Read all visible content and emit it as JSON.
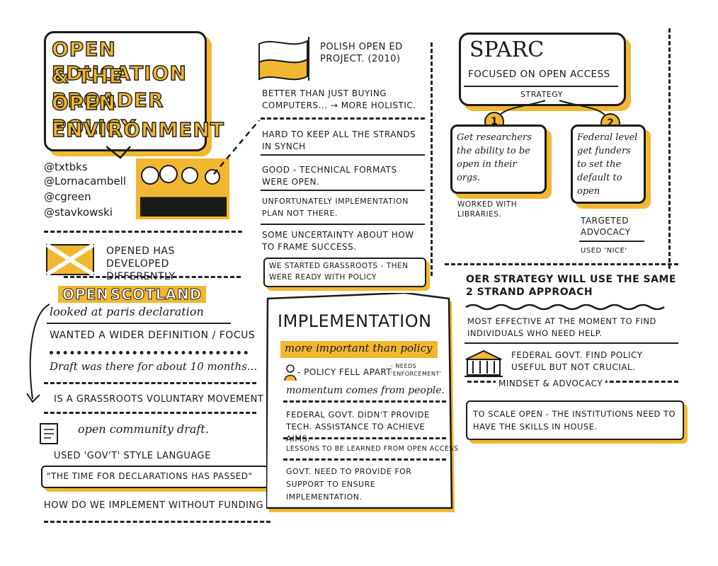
{
  "title_box": {
    "line1": "OPEN EDUCATION",
    "line2": "& THE BROADER",
    "line3": "OPEN POLICY",
    "line4": "ENVIRONMENT"
  },
  "speakers": [
    "@txtbks",
    "@Lornacambell",
    "@cgreen",
    "@stavkowski"
  ],
  "scotland": {
    "intro": "OPENED HAS DEVELOPED DIFFERENTLY",
    "heading_open": "OPEN",
    "heading_scotland": "SCOTLAND",
    "items": [
      "looked at paris declaration",
      "WANTED A WIDER DEFINITION / FOCUS",
      "Draft was there for about 10 months...",
      "IS A GRASSROOTS VOLUNTARY MOVEMENT",
      "open community draft.",
      "USED 'GOV'T' STYLE LANGUAGE",
      "\"THE TIME FOR DECLARATIONS HAS PASSED\"",
      "HOW DO WE IMPLEMENT WITHOUT FUNDING"
    ]
  },
  "poland": {
    "heading": "POLISH OPEN ED PROJECT. (2010)",
    "items": [
      "BETTER THAN JUST BUYING COMPUTERS... → MORE HOLISTIC.",
      "HARD TO KEEP ALL THE STRANDS IN SYNCH",
      "GOOD - TECHNICAL FORMATS WERE OPEN.",
      "UNFORTUNATELY IMPLEMENTATION PLAN NOT THERE.",
      "SOME UNCERTAINTY ABOUT HOW TO FRAME SUCCESS.",
      "WE STARTED GRASSROOTS - THEN WERE READY WITH POLICY"
    ]
  },
  "implementation": {
    "heading": "IMPLEMENTATION",
    "subheading": "more important than policy",
    "policy_fell": "- POLICY FELL APART",
    "needs": "- NEEDS 'ENFORCEMENT'",
    "items": [
      "momentum comes from people.",
      "FEDERAL GOVT. DIDN'T PROVIDE TECH. ASSISTANCE TO ACHIEVE AIMS.",
      "LESSONS TO BE LEARNED FROM OPEN ACCESS",
      "GOVT. NEED TO PROVIDE FOR SUPPORT TO ENSURE IMPLEMENTATION."
    ]
  },
  "sparc": {
    "name": "SPARC",
    "focus": "FOCUSED ON OPEN ACCESS",
    "strategy": "STRATEGY",
    "strand1_num": "1",
    "strand1": "Get researchers the ability to be open in their orgs.",
    "strand1_note": "WORKED WITH LIBRARIES.",
    "strand2_num": "2",
    "strand2": "Federal level get funders to set the default to open",
    "strand2_note": "TARGETED ADVOCACY",
    "strand2_used": "USED 'NICE'"
  },
  "oer": {
    "heading": "OER STRATEGY WILL USE THE SAME 2 STRAND APPROACH",
    "items": [
      "MOST EFFECTIVE AT THE MOMENT TO FIND INDIVIDUALS WHO NEED HELP.",
      "FEDERAL GOVT. FIND POLICY USEFUL BUT NOT CRUCIAL.",
      "MINDSET & ADVOCACY",
      "TO SCALE OPEN - THE INSTITUTIONS NEED TO HAVE THE SKILLS IN HOUSE."
    ]
  },
  "colors": {
    "accent": "#f2b731",
    "ink": "#1a1a1a",
    "paper": "#ffffff"
  }
}
